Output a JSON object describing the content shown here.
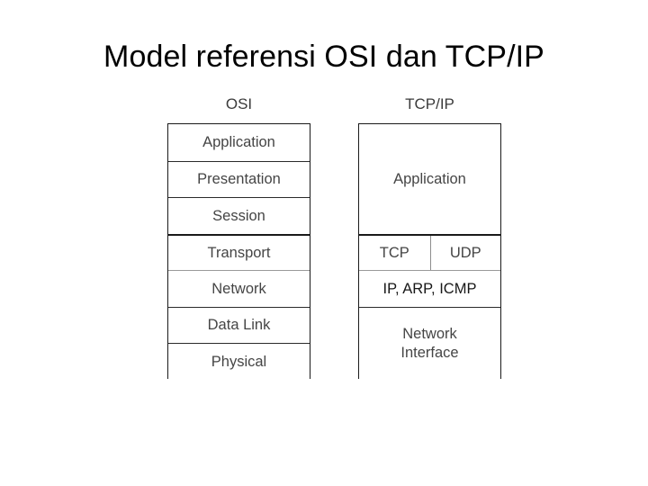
{
  "slide": {
    "title": "Model referensi OSI dan TCP/IP",
    "background": "#ffffff",
    "title_color": "#000000",
    "label_color": "#454545",
    "border_color": "#1a1a1a"
  },
  "diagram": {
    "type": "layered-stack-comparison",
    "stacks": [
      {
        "id": "osi",
        "header": "OSI",
        "layers": [
          {
            "label": "Application",
            "rows": 1
          },
          {
            "label": "Presentation",
            "rows": 1
          },
          {
            "label": "Session",
            "rows": 1
          },
          {
            "label": "Transport",
            "rows": 1
          },
          {
            "label": "Network",
            "rows": 1
          },
          {
            "label": "Data Link",
            "rows": 1
          },
          {
            "label": "Physical",
            "rows": 1
          }
        ]
      },
      {
        "id": "tcpip",
        "header": "TCP/IP",
        "layers": [
          {
            "label": "Application",
            "rows": 3
          },
          {
            "label": "TCP",
            "rows": 1,
            "split_with": "UDP"
          },
          {
            "label": "UDP",
            "rows": 1
          },
          {
            "label": "IP, ARP, ICMP",
            "rows": 1
          },
          {
            "label_line1": "Network",
            "label_line2": "Interface",
            "rows": 2
          }
        ]
      }
    ]
  }
}
